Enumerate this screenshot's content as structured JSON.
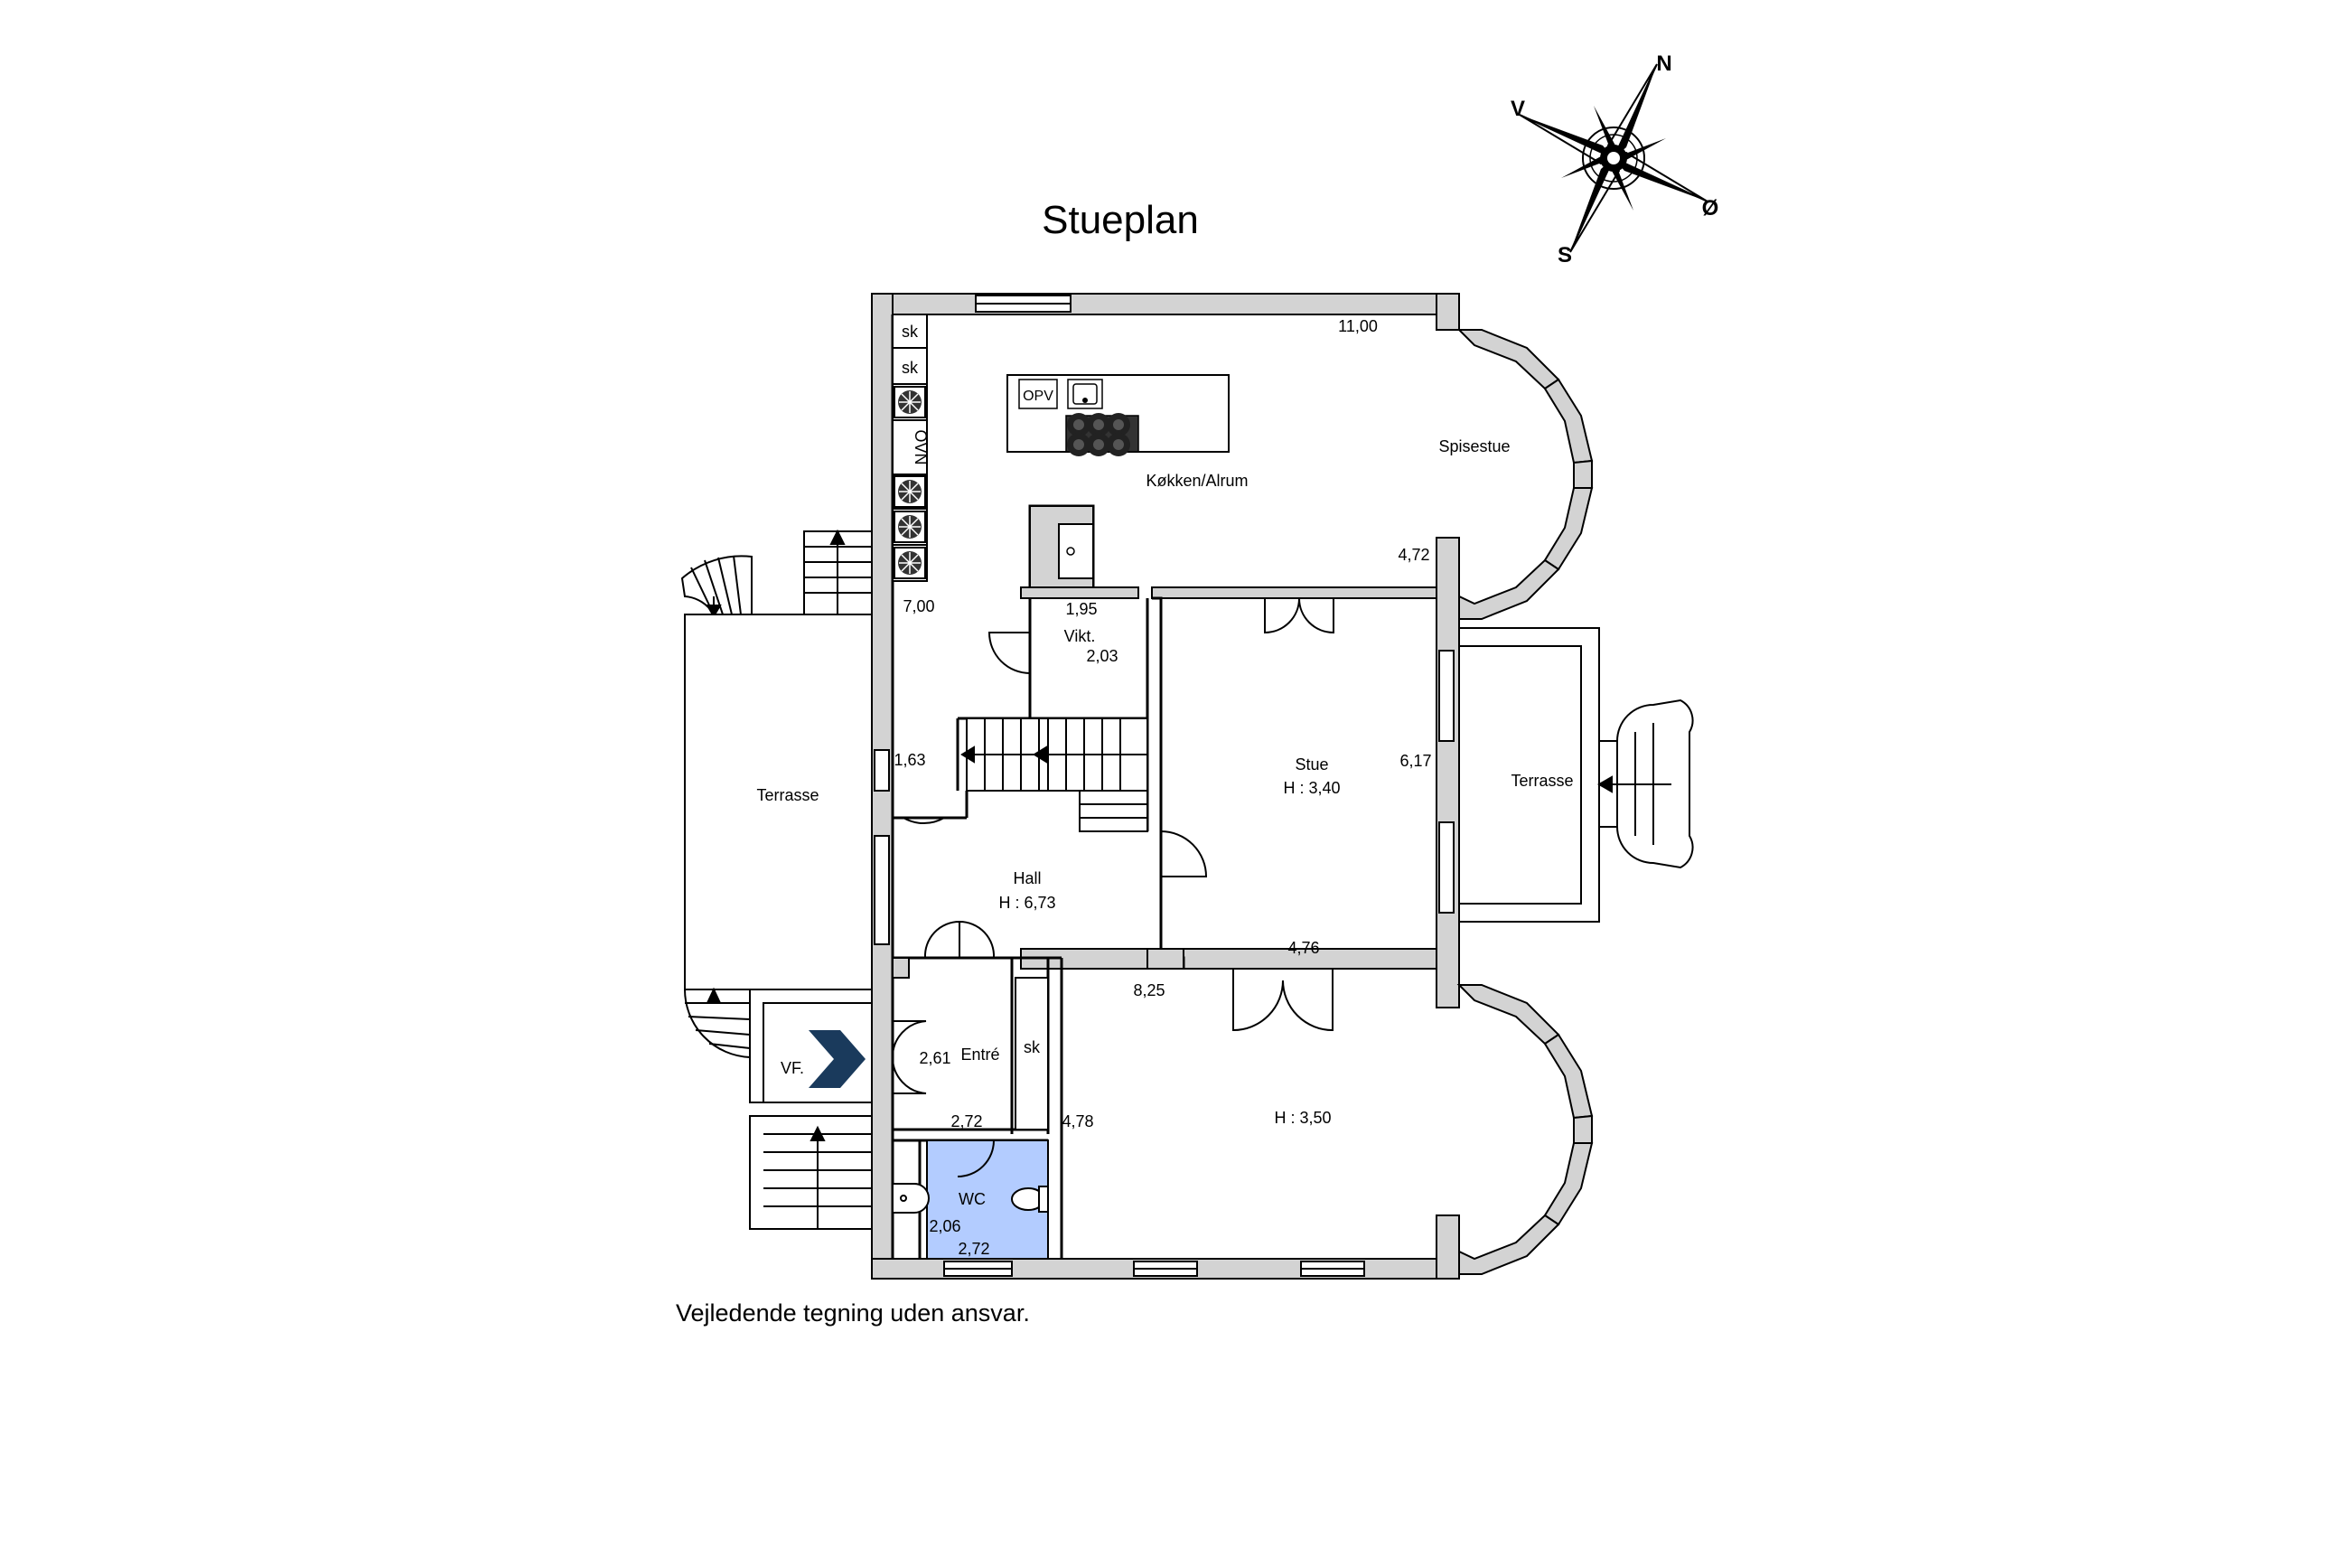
{
  "title": "Stueplan",
  "disclaimer": "Vejledende tegning uden ansvar.",
  "compass": {
    "n": "N",
    "s": "S",
    "e": "Ø",
    "w": "V"
  },
  "entrance": "VF.",
  "kitchen": {
    "opv": "OPV",
    "ovn": "OVN",
    "sk1": "sk",
    "sk2": "sk",
    "sk3": "sk"
  },
  "rooms": {
    "kitchen": "Køkken/Alrum",
    "dining": "Spisestue",
    "pantry": "Vikt.",
    "living": "Stue",
    "living_h": "H : 3,40",
    "hall": "Hall",
    "hall_h": "H : 6,73",
    "entry": "Entré",
    "wc": "WC",
    "terrace_w": "Terrasse",
    "terrace_e": "Terrasse",
    "lower_h": "H : 3,50"
  },
  "dims": {
    "d1": "11,00",
    "d2": "4,72",
    "d3": "7,00",
    "d4": "1,95",
    "d5": "2,03",
    "d6": "1,63",
    "d7": "6,17",
    "d8": "4,76",
    "d9": "8,25",
    "d10": "2,61",
    "d11": "2,72",
    "d12": "4,78",
    "d13": "2,06",
    "d14": "2,72"
  },
  "colors": {
    "wall": "#d3d3d3",
    "wall_edge": "#000000",
    "wc_fill": "#b3ccff",
    "arrow": "#1a3a5c"
  }
}
